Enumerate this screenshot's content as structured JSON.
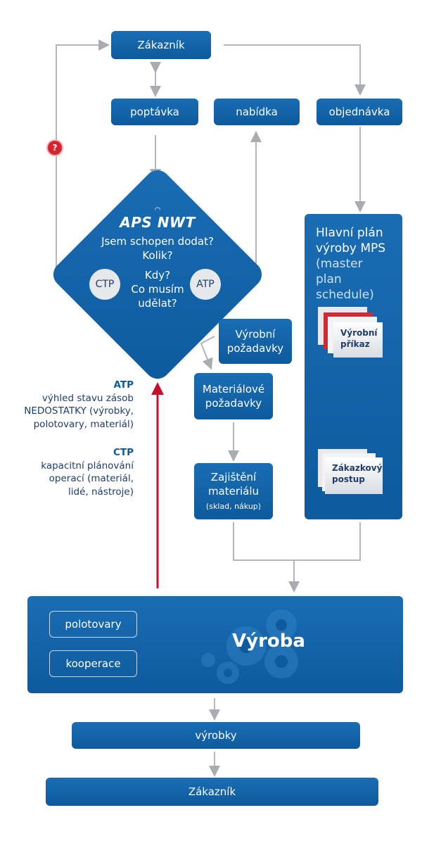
{
  "top_customer": "Zákazník",
  "inquiry": "poptávka",
  "offer": "nabídka",
  "order": "objednávka",
  "question_mark": "?",
  "logo": "APS NWT",
  "diamond": {
    "line1": "Jsem schopen dodat?",
    "line2": "Kolik?",
    "line3": "Kdy?",
    "line4": "Co musím",
    "line5": "udělat?",
    "ctp": "CTP",
    "atp": "ATP"
  },
  "production_requirements": [
    "Výrobní",
    "požadavky"
  ],
  "material_requirements": [
    "Materiálové",
    "požadavky"
  ],
  "material_supply": [
    "Zajištění",
    "materiálu",
    "(sklad, nákup)"
  ],
  "mps": {
    "lines": [
      "Hlavní plán",
      "výroby MPS"
    ],
    "sublines": [
      "(master plan",
      "schedule)"
    ],
    "production_order": [
      "Výrobní",
      "příkaz"
    ],
    "job_route": [
      "Zákazkový",
      "postup"
    ]
  },
  "side_atp": {
    "title": "ATP",
    "lines": [
      "výhled stavu zásob",
      "NEDOSTATKY (výrobky,",
      "polotovary, materiál)"
    ]
  },
  "side_ctp": {
    "title": "CTP",
    "lines": [
      "kapacitní plánování",
      "operací (materiál,",
      "lidé, nástroje)"
    ]
  },
  "production": {
    "title": "Výroba",
    "semi_products": "polotovary",
    "cooperation": "kooperace"
  },
  "products": "výrobky",
  "bottom_customer": "Zákazník",
  "colors": {
    "primary": "#0d5a9e",
    "arrow_grey": "#b3b6ba",
    "red_arrow": "#c8102e",
    "badge_red": "#d6242f"
  }
}
